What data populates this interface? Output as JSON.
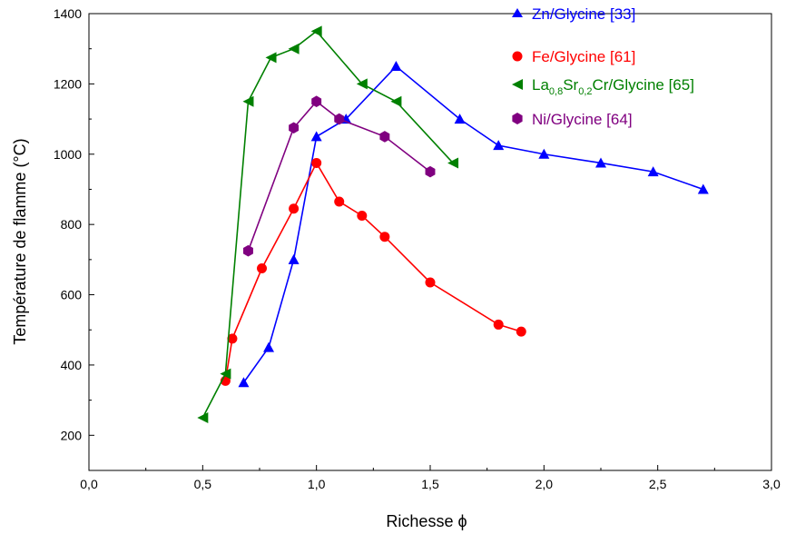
{
  "chart_data": {
    "type": "line",
    "xlabel": "Richesse",
    "xlabel_symbol": "ϕ",
    "ylabel": "Température de flamme (°C)",
    "xlim": [
      0,
      3
    ],
    "ylim": [
      100,
      1400
    ],
    "xticks": [
      0,
      0.5,
      1,
      1.5,
      2,
      2.5,
      3
    ],
    "xtick_labels": [
      "0,0",
      "0,5",
      "1,0",
      "1,5",
      "2,0",
      "2,5",
      "3,0"
    ],
    "yticks": [
      200,
      400,
      600,
      800,
      1000,
      1200,
      1400
    ],
    "ytick_labels": [
      "200",
      "400",
      "600",
      "800",
      "1000",
      "1200",
      "1400"
    ],
    "grid": false,
    "legend_position": "top-right",
    "series": [
      {
        "name": "Zn/Glycine [33]",
        "color": "#0000ff",
        "marker": "triangle-up",
        "x": [
          0.68,
          0.79,
          0.9,
          1.0,
          1.13,
          1.35,
          1.63,
          1.8,
          2.0,
          2.25,
          2.48,
          2.7
        ],
        "y": [
          350,
          450,
          700,
          1050,
          1100,
          1250,
          1100,
          1025,
          1000,
          975,
          950,
          900
        ]
      },
      {
        "name": "Fe/Glycine [61]",
        "color": "#ff0000",
        "marker": "circle",
        "x": [
          0.6,
          0.63,
          0.76,
          0.9,
          1.0,
          1.1,
          1.2,
          1.3,
          1.5,
          1.8,
          1.9
        ],
        "y": [
          355,
          475,
          675,
          845,
          975,
          865,
          825,
          765,
          635,
          515,
          495
        ]
      },
      {
        "name": "La0,8Sr0,2Cr/Glycine [65]",
        "name_parts": {
          "a": "La",
          "sub1": "0,8",
          "b": "Sr",
          "sub2": "0,2",
          "c": "Cr/Glycine [65]"
        },
        "color": "#008000",
        "marker": "triangle-left",
        "x": [
          0.5,
          0.6,
          0.7,
          0.8,
          0.9,
          1.0,
          1.2,
          1.35,
          1.6
        ],
        "y": [
          250,
          375,
          1150,
          1275,
          1300,
          1350,
          1200,
          1150,
          975
        ]
      },
      {
        "name": "Ni/Glycine [64]",
        "color": "#800080",
        "marker": "hexagon",
        "x": [
          0.7,
          0.9,
          1.0,
          1.1,
          1.3,
          1.5
        ],
        "y": [
          725,
          1075,
          1150,
          1100,
          1050,
          950
        ]
      }
    ]
  }
}
